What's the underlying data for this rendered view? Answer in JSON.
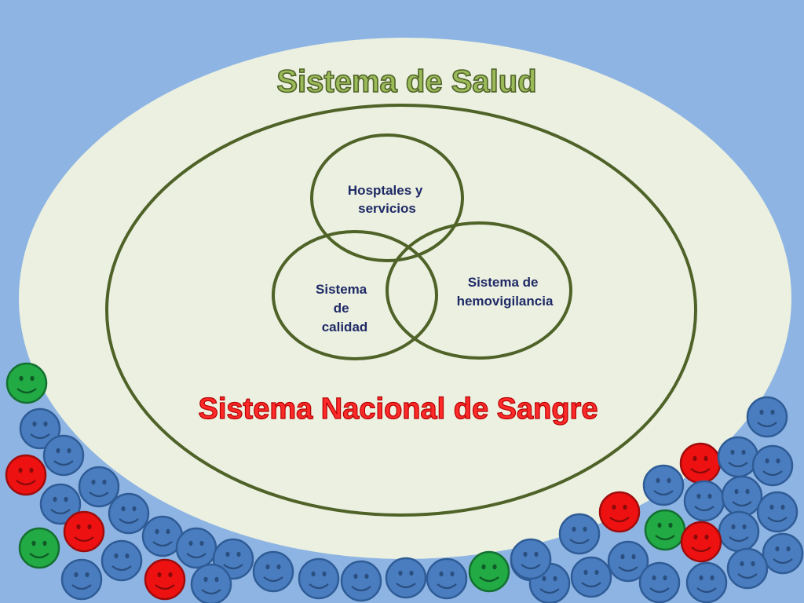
{
  "diagram": {
    "outer_title": "Sistema de Salud",
    "inner_title": "Sistema Nacional de Sangre",
    "circles": {
      "hospitals": [
        "Hosptales y",
        "servicios"
      ],
      "quality": [
        "Sistema",
        "de",
        "calidad"
      ],
      "hemovigilance": [
        "Sistema de",
        "hemovigilancia"
      ]
    }
  },
  "colors": {
    "background": "#8eb4e3",
    "outer_ellipse": "#ebf0e0",
    "outline": "#4f6228",
    "outer_title": "#77933c",
    "inner_title": "#ff2020",
    "label_text": "#1f2a66",
    "smiley_blue": "#4a7dbf",
    "smiley_red": "#ee1111",
    "smiley_green": "#22aa44"
  },
  "smileys": {
    "left": [
      "green",
      "blue",
      "blue",
      "red",
      "blue",
      "blue",
      "blue",
      "red",
      "green",
      "blue",
      "blue",
      "blue",
      "blue",
      "red",
      "blue",
      "blue"
    ],
    "bottom": [
      "blue",
      "blue",
      "blue",
      "blue",
      "blue",
      "green",
      "blue",
      "blue"
    ],
    "right": [
      "blue",
      "red",
      "blue",
      "blue",
      "blue",
      "blue",
      "blue",
      "red",
      "blue",
      "green",
      "blue",
      "blue",
      "red",
      "blue",
      "blue",
      "blue",
      "blue",
      "blue",
      "blue",
      "blue"
    ]
  }
}
